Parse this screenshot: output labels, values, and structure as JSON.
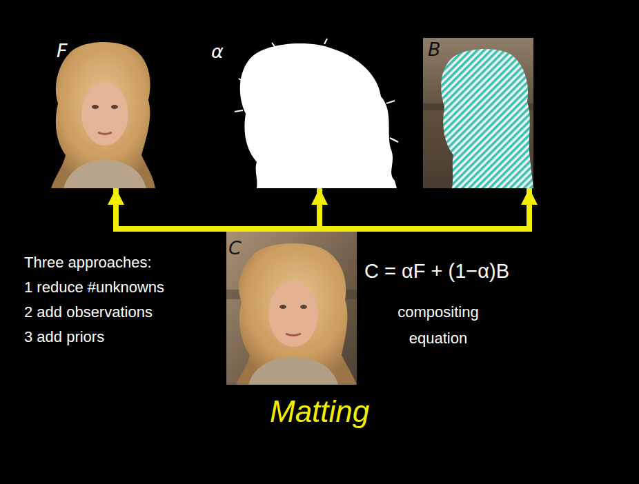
{
  "diagram": {
    "caption": "Matting",
    "nodes": [
      {
        "text": [
          "F"
        ]
      },
      {
        "text": [
          "α"
        ]
      },
      {
        "text": [
          "B"
        ]
      },
      {
        "text": [
          "C"
        ]
      }
    ],
    "edges": [
      {
        "from": 3,
        "to": 0,
        "arrow": "to"
      },
      {
        "from": 3,
        "to": 1,
        "arrow": "to"
      },
      {
        "from": 3,
        "to": 2,
        "arrow": "to"
      }
    ],
    "labels": [
      "Three approaches:",
      "1 reduce #unknowns",
      "2 add observations",
      "3 add priors",
      "C = αF + (1−α)B",
      "compositing equation"
    ]
  }
}
